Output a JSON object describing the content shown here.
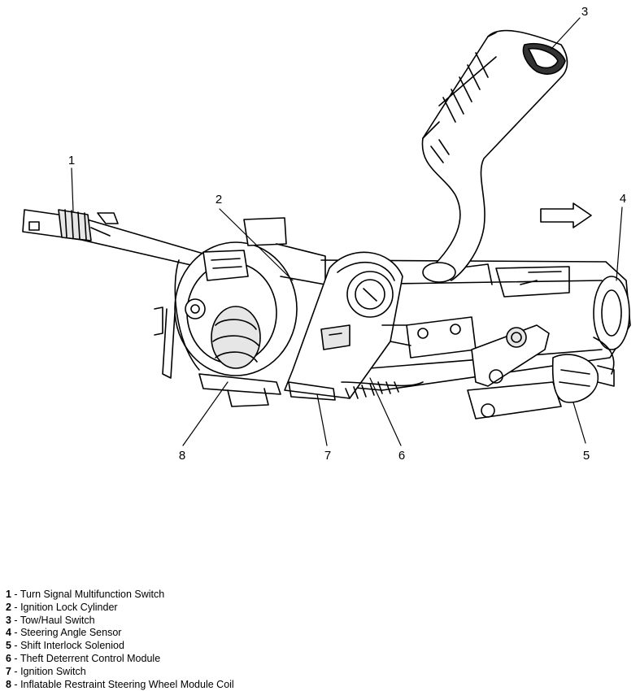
{
  "callouts": [
    {
      "num": "1",
      "name": "Turn Signal Multifunction Switch"
    },
    {
      "num": "2",
      "name": "Ignition Lock Cylinder"
    },
    {
      "num": "3",
      "name": "Tow/Haul Switch"
    },
    {
      "num": "4",
      "name": "Steering Angle Sensor"
    },
    {
      "num": "5",
      "name": "Shift Interlock Soleniod"
    },
    {
      "num": "6",
      "name": "Theft Deterrent Control Module"
    },
    {
      "num": "7",
      "name": "Ignition Switch"
    },
    {
      "num": "8",
      "name": "Inflatable Restraint Steering Wheel Module Coil"
    }
  ],
  "separator": " - ",
  "colors": {
    "line": "#000000",
    "background": "#ffffff",
    "shade": "#e6e6e6"
  }
}
